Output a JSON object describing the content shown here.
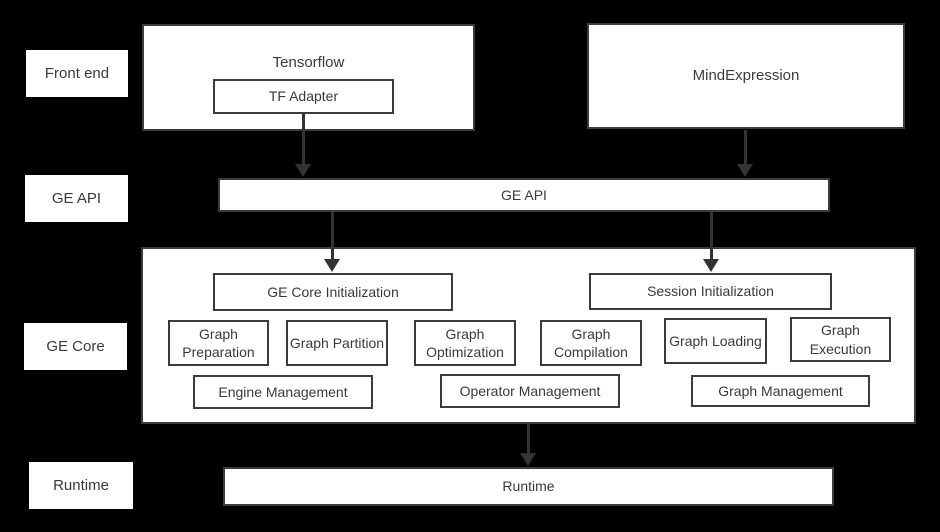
{
  "colors": {
    "background": "#000000",
    "box_fill": "#ffffff",
    "box_border": "#3b3b3b",
    "text": "#3a3a3a",
    "arrow": "#333333"
  },
  "side_labels": {
    "front_end": "Front end",
    "ge_api": "GE API",
    "ge_core": "GE Core",
    "runtime": "Runtime"
  },
  "front_end": {
    "tensorflow_title": "Tensorflow",
    "tf_adapter": "TF Adapter",
    "mind_expression": "MindExpression"
  },
  "ge_api_bar": "GE API",
  "ge_core": {
    "core_init": "GE Core Initialization",
    "session_init": "Session Initialization",
    "modules": [
      "Graph Preparation",
      "Graph Partition",
      "Graph Optimization",
      "Graph Compilation",
      "Graph Loading",
      "Graph Execution"
    ],
    "management": [
      "Engine Management",
      "Operator Management",
      "Graph Management"
    ]
  },
  "runtime_bar": "Runtime"
}
